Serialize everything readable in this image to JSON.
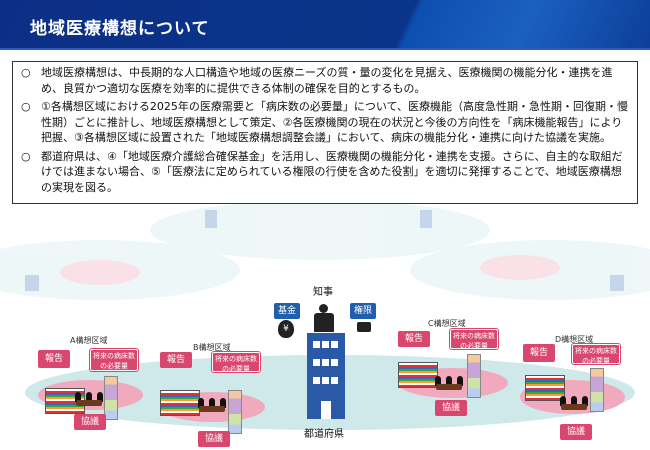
{
  "header": {
    "title": "地域医療構想について"
  },
  "bullets": [
    {
      "mark": "○",
      "text": "地域医療構想は、中長期的な人口構造や地域の医療ニーズの質・量の変化を見据え、医療機関の機能分化・連携を進め、良質かつ適切な医療を効率的に提供できる体制の確保を目的とするもの。"
    },
    {
      "mark": "○",
      "text": "①各構想区域における2025年の医療需要と「病床数の必要量」について、医療機能（高度急性期・急性期・回復期・慢性期）ごとに推計し、地域医療構想として策定、②各医療機関の現在の状況と今後の方向性を「病床機能報告」により把握、③各構想区域に設置された「地域医療構想調整会議」において、病床の機能分化・連携に向けた協議を実施。"
    },
    {
      "mark": "○",
      "text": "都道府県は、④「地域医療介護総合確保基金」を活用し、医療機関の機能分化・連携を支援。さらに、自主的な取組だけでは進まない場合、⑤「医療法に定められている権限の行使を含めた役割」を適切に発揮することで、地域医療構想の実現を図る。"
    }
  ],
  "diagram": {
    "governor": "知事",
    "fund": "基金",
    "authority": "権限",
    "prefecture": "都道府県",
    "yen": "¥",
    "regions": [
      {
        "name": "A構想区域",
        "report": "報告",
        "need": "将来の病床数の必要量",
        "consult": "協議"
      },
      {
        "name": "B構想区域",
        "report": "報告",
        "need": "将来の病床数の必要量",
        "consult": "協議"
      },
      {
        "name": "C構想区域",
        "report": "報告",
        "need": "将来の病床数の必要量",
        "consult": "協議"
      },
      {
        "name": "D構想区域",
        "report": "報告",
        "need": "将来の病床数の必要量",
        "consult": "協議"
      }
    ]
  },
  "colors": {
    "header": "#0a3489",
    "pink": "#d9466e",
    "blue": "#1f5fae",
    "teal": "#cfe8ea"
  }
}
